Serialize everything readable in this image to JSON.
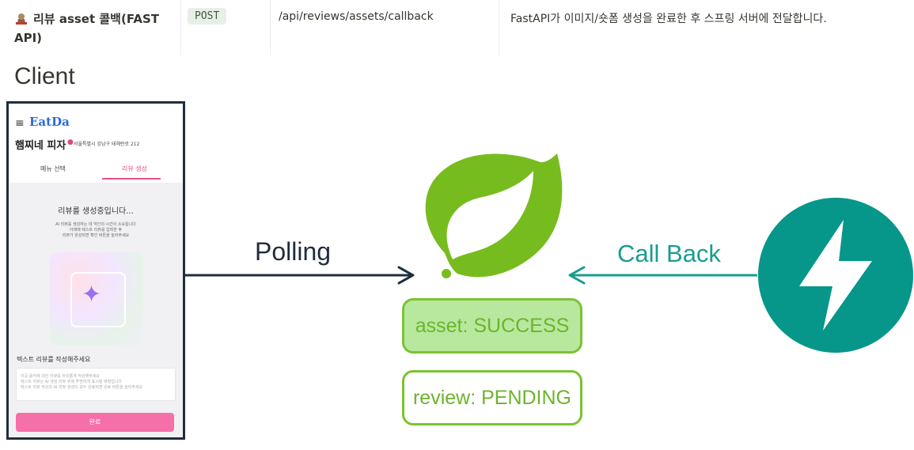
{
  "api_row": {
    "name": "리뷰 asset 콜백(FAST API)",
    "method": "POST",
    "path": "/api/reviews/assets/callback",
    "description": "FastAPI가 이미지/숏폼 생성을 완료한 후 스프링 서버에 전달합니다."
  },
  "client_title": "Client",
  "phone": {
    "logo": "EatDa",
    "store_name": "햄찌네 피자",
    "address": "서울특별시 강남구 테헤란로 212",
    "tabs": [
      "메뉴 선택",
      "리뷰 생성"
    ],
    "generating_title": "리뷰를 생성중입니다...",
    "generating_sub": [
      "AI 리뷰를 생성하는 데 약간의 시간이 소요됩니다",
      "아래에 텍스트 리뷰를 입력한 후",
      "리뷰가 완성되면 확인 버튼을 눌러주세요"
    ],
    "text_review_label": "텍스트 리뷰를 작성해주세요",
    "textarea_placeholder": [
      "이곳 음식에 대한 리뷰를 자유롭게 작성해주세요",
      "텍스트 리뷰는 AI 생성 리뷰 위에 투명하게 표시될 예정입니다",
      "텍스트 리뷰 작성과 AI 리뷰 생성이 모두 완료되면 완료 버튼을 눌러주세요"
    ],
    "done_button": "완료"
  },
  "diagram": {
    "polling_label": "Polling",
    "callback_label": "Call Back",
    "asset_status": "asset: SUCCESS",
    "review_status": "review: PENDING"
  },
  "colors": {
    "spring_green": "#77bc1f",
    "fastapi_teal": "#06978a",
    "status_fill": "#b7e89e",
    "pink": "#f56fa9"
  }
}
